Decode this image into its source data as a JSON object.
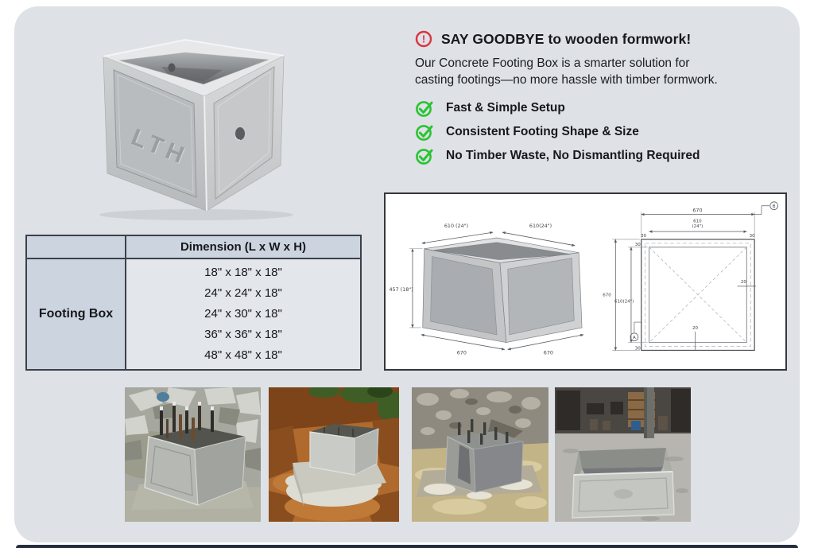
{
  "promo": {
    "alert_icon": "exclamation-circle",
    "heading": "SAY GOODBYE to wooden formwork!",
    "description_line1": "Our Concrete Footing Box is a smarter solution for",
    "description_line2": "casting footings—no more hassle with timber formwork.",
    "checklist": [
      "Fast & Simple Setup",
      "Consistent Footing Shape & Size",
      "No Timber Waste, No Dismantling Required"
    ]
  },
  "product_photo": {
    "embossed_brand": "LTH"
  },
  "dimension_table": {
    "header": "Dimension (L x W x H)",
    "row_label": "Footing Box",
    "sizes": [
      "18\" x 18\" x 18\"",
      "24\" x 24\" x 18\"",
      "24\" x 30\" x 18\"",
      "36\" x 36\" x 18\"",
      "48\" x 48\" x 18\""
    ]
  },
  "technical_drawing": {
    "iso_view": {
      "top_left_dim": "610 (24\")",
      "top_right_dim": "610(24\")",
      "height_dim": "457 (18\")",
      "bottom_left_dim": "670",
      "bottom_right_dim": "670"
    },
    "plan_view": {
      "overall_width": "670",
      "inner_width_line1": "610",
      "inner_width_line2": "(24\")",
      "wall_left": "30",
      "wall_right": "30",
      "overall_height": "670",
      "inner_height": "610(24\")",
      "wall_top": "30",
      "wall_bottom": "30",
      "thickness_right": "20",
      "thickness_bottom": "20",
      "marker_a": "A",
      "marker_b": "B"
    }
  },
  "colors": {
    "accent_green": "#29c431",
    "alert_red": "#d93440",
    "card_bg": "#dee1e6",
    "table_header_bg": "#ccd5df"
  }
}
